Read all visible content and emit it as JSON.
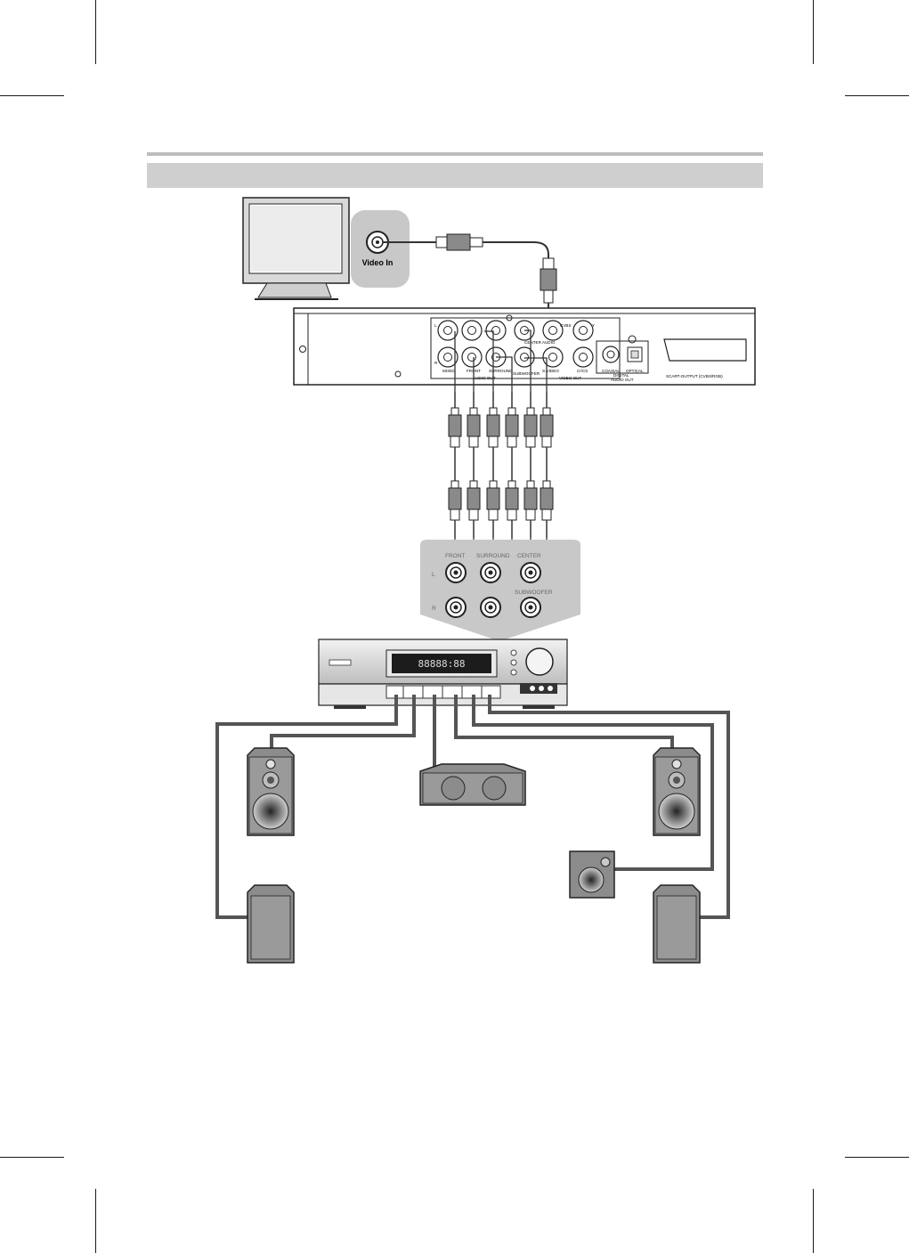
{
  "tv": {
    "video_in_label": "Video In"
  },
  "dvd_panel": {
    "jack_labels": {
      "mixed": "MIXED",
      "front": "FRONT",
      "surround": "SURROUND",
      "center_audio": "CENTER AUDIO",
      "subwoofer": "SUBWOOFER",
      "cvbs": "CVBS",
      "s_video": "S-VIDEO",
      "y": "Y",
      "crcb": "Cr/Cb",
      "coaxial": "COAXIAL",
      "optical": "OPTICAL"
    },
    "group_labels": {
      "audio_out": "AUDIO OUT",
      "video_out": "VIDEO OUT",
      "digital_audio_out_1": "DIGITAL",
      "digital_audio_out_2": "AUDIO OUT",
      "scart": "SCART-OUTPUT (CVBS/RGB)"
    },
    "side_letters": {
      "l": "L",
      "r": "R"
    }
  },
  "amp_panel": {
    "front": "FRONT",
    "surround": "SURROUND",
    "center": "CENTER",
    "subwoofer": "SUBWOOFER",
    "l": "L",
    "r": "R"
  },
  "receiver": {
    "display_text": "88888:88"
  },
  "colors": {
    "cable": "#555555",
    "panel_gray": "#c8c8c8",
    "band_gray": "#cfcfcf"
  }
}
